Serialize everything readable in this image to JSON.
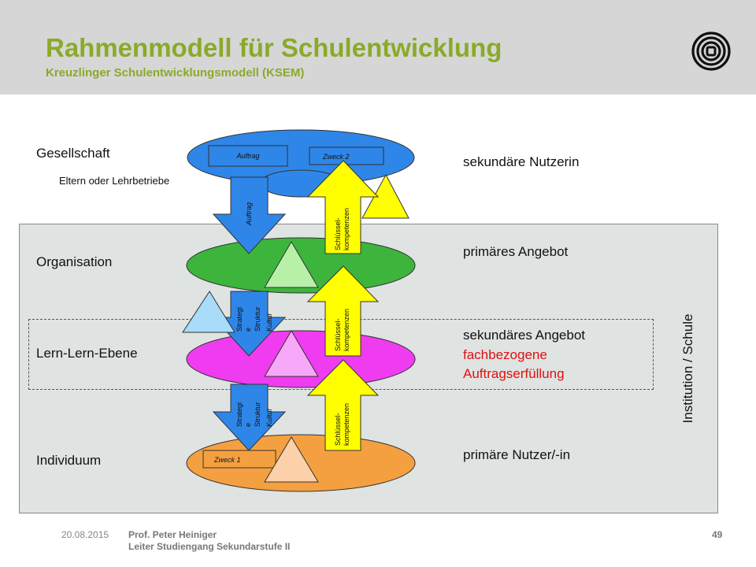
{
  "header": {
    "title": "Rahmenmodell für Schulentwicklung",
    "subtitle": "Kreuzlinger Schulentwicklungsmodell (KSEM)"
  },
  "levels": {
    "gesellschaft": "Gesellschaft",
    "eltern": "Eltern oder Lehrbetriebe",
    "organisation": "Organisation",
    "lernebene": "Lern-Lern-Ebene",
    "individuum": "Individuum"
  },
  "right": {
    "sekundaere_nutzerin": "sekundäre Nutzerin",
    "primaeres_angebot": "primäres Angebot",
    "sekundaeres_angebot": "sekundäres Angebot",
    "fachbezogene": "fachbezogene",
    "auftragserfuellung": "Auftragserfüllung",
    "primaere_nutzer": "primäre Nutzer/-in"
  },
  "institution": "Institution / Schule",
  "diagram": {
    "auftrag_box": "Auftrag",
    "zweck2_box": "Zweck 2",
    "zweck1_box": "Zweck 1",
    "auftrag_arrow": "Auftrag",
    "schluessel_1": "Schlüssel-",
    "schluessel_2": "kompetenzen",
    "strategie_1": "Strategi",
    "strategie_2": "e",
    "struktur": "Struktur",
    "kultur": "Kultur"
  },
  "footer": {
    "date": "20.08.2015",
    "author_line1": "Prof. Peter Heiniger",
    "author_line2": "Leiter Studiengang Sekundarstufe II",
    "page": "49"
  },
  "colors": {
    "title_green": "#8aaa2a",
    "blue": "#2e86e8",
    "green": "#3db53d",
    "magenta": "#f03cf0",
    "orange": "#f5a040",
    "yellow": "#ffff00",
    "red_text": "#e01010"
  }
}
